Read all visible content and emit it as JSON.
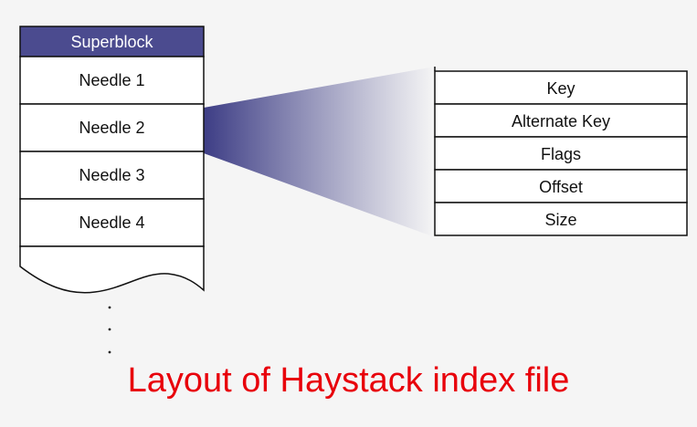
{
  "index_file": {
    "superblock_label": "Superblock",
    "needles": [
      "Needle 1",
      "Needle 2",
      "Needle 3",
      "Needle 4"
    ],
    "continuation": ".\n.\n."
  },
  "needle_record": {
    "fields": [
      "Key",
      "Alternate Key",
      "Flags",
      "Offset",
      "Size"
    ]
  },
  "caption": "Layout of Haystack index file",
  "colors": {
    "superblock_fill": "#4b4b8f",
    "gradient_dark": "#3d3d85",
    "gradient_light": "#f5f5f5",
    "caption_color": "#e8000b",
    "background": "#f5f5f5"
  }
}
